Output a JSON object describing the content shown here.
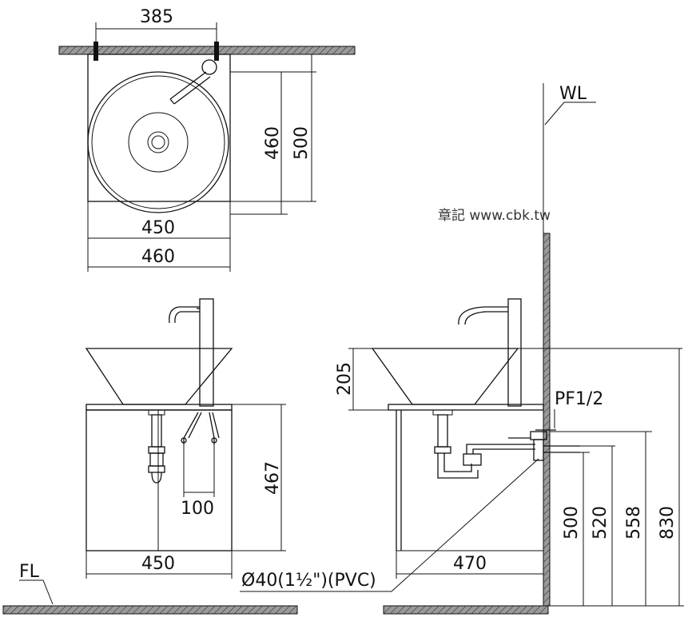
{
  "top_view": {
    "dim_wall_width": "385",
    "dim_depth_inner": "460",
    "dim_depth_outer": "500",
    "dim_basin_width": "450",
    "dim_total_width": "460"
  },
  "front_view": {
    "dim_cabinet_height": "467",
    "dim_pipe_spacing": "100",
    "dim_cabinet_width": "450"
  },
  "side_view": {
    "wall_label": "WL",
    "floor_label": "FL",
    "basin_height": "205",
    "drain_label": "PF1/2",
    "pipe_label": "Ø40(1½\")(PVC)",
    "depth": "470",
    "h1": "500",
    "h2": "520",
    "h3": "558",
    "h4": "830"
  },
  "watermark": "章記 www.cbk.tw"
}
